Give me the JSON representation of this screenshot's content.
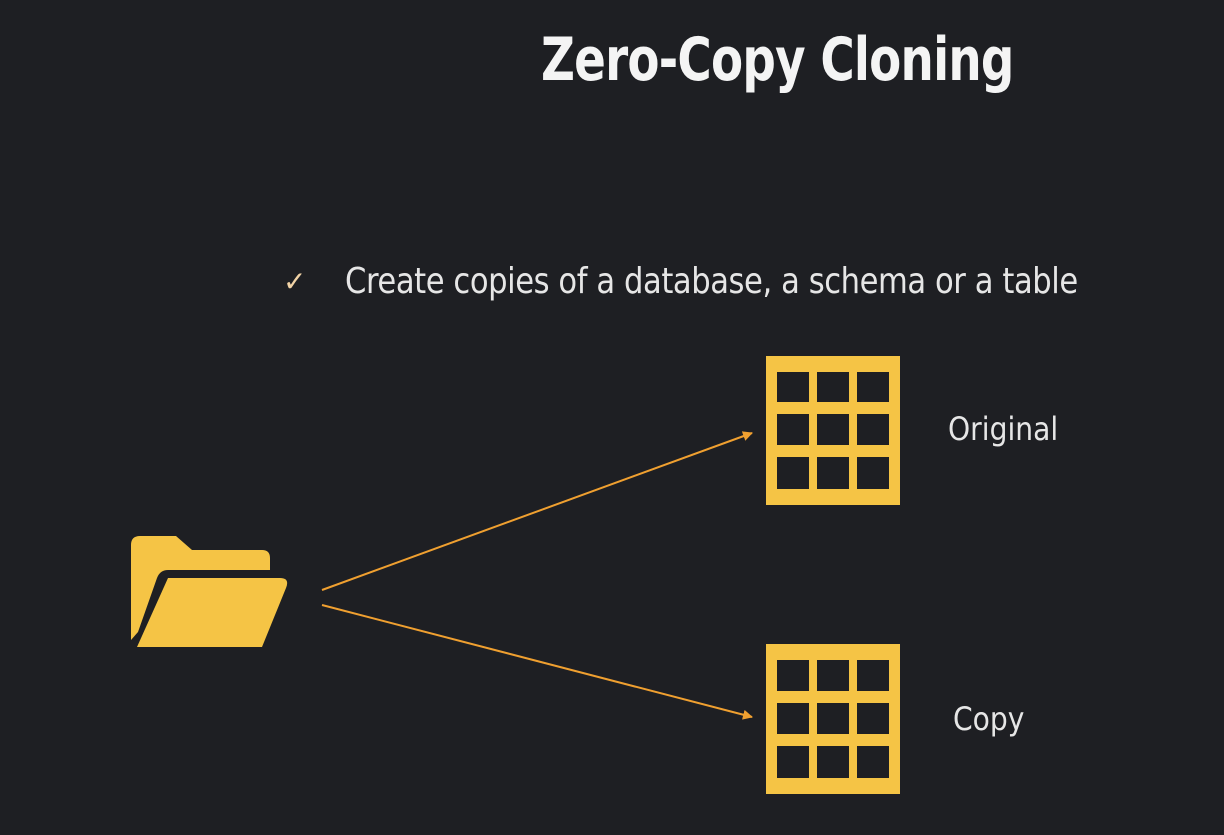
{
  "title": "Zero-Copy Cloning",
  "bullet": {
    "icon": "checkmark-icon",
    "text": "Create copies of a database, a schema or a table"
  },
  "diagram": {
    "source_icon": "folder-icon",
    "targets": [
      {
        "icon": "table-grid-icon",
        "label": "Original"
      },
      {
        "icon": "table-grid-icon",
        "label": "Copy"
      }
    ]
  },
  "colors": {
    "background": "#1e1f23",
    "accent": "#f5c445",
    "arrow": "#f0a030",
    "text": "#e6e6e6"
  }
}
